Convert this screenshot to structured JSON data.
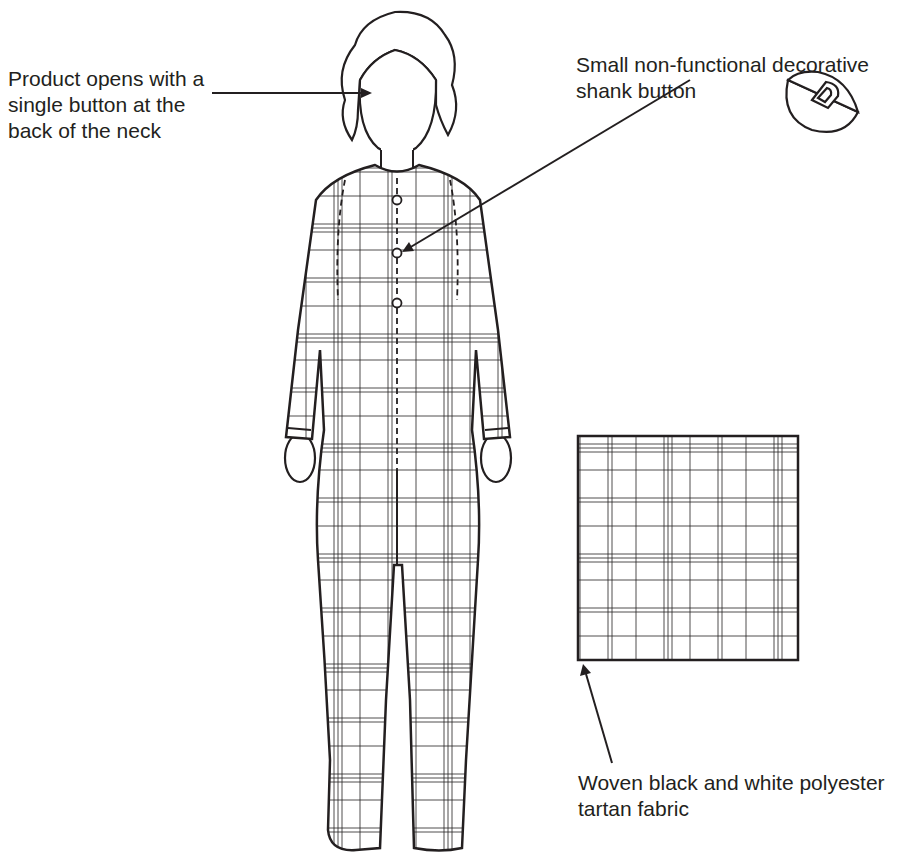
{
  "diagram": {
    "labels": [
      "Product opens with a single button at the back of the neck",
      "Small non-functional decorative shank button",
      "Woven black and white polyester tartan fabric"
    ]
  }
}
